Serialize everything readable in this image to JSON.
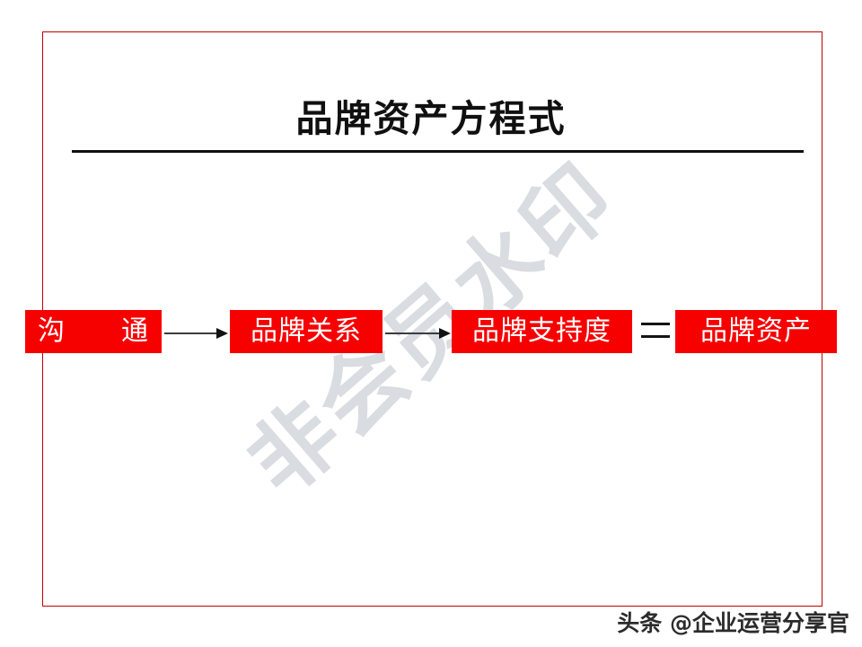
{
  "slide": {
    "title": "品牌资产方程式",
    "frame_color": "#C00000",
    "accent_color": "#F60000"
  },
  "watermark": {
    "text": "非会员水印",
    "color": "#D9DCE1",
    "rotation_deg": -41
  },
  "diagram": {
    "type": "flow-equation",
    "nodes": [
      {
        "id": "node-1",
        "label": "沟　　通"
      },
      {
        "id": "node-2",
        "label": "品牌关系"
      },
      {
        "id": "node-3",
        "label": "品牌支持度"
      },
      {
        "id": "node-4",
        "label": "品牌资产"
      }
    ],
    "connectors": [
      {
        "id": "arrow-1",
        "type": "arrow",
        "from": "node-1",
        "to": "node-2"
      },
      {
        "id": "arrow-2",
        "type": "arrow",
        "from": "node-2",
        "to": "node-3"
      },
      {
        "id": "equals",
        "type": "equals",
        "from": "node-3",
        "to": "node-4"
      }
    ]
  },
  "attribution": {
    "text": "头条 @企业运营分享官"
  }
}
